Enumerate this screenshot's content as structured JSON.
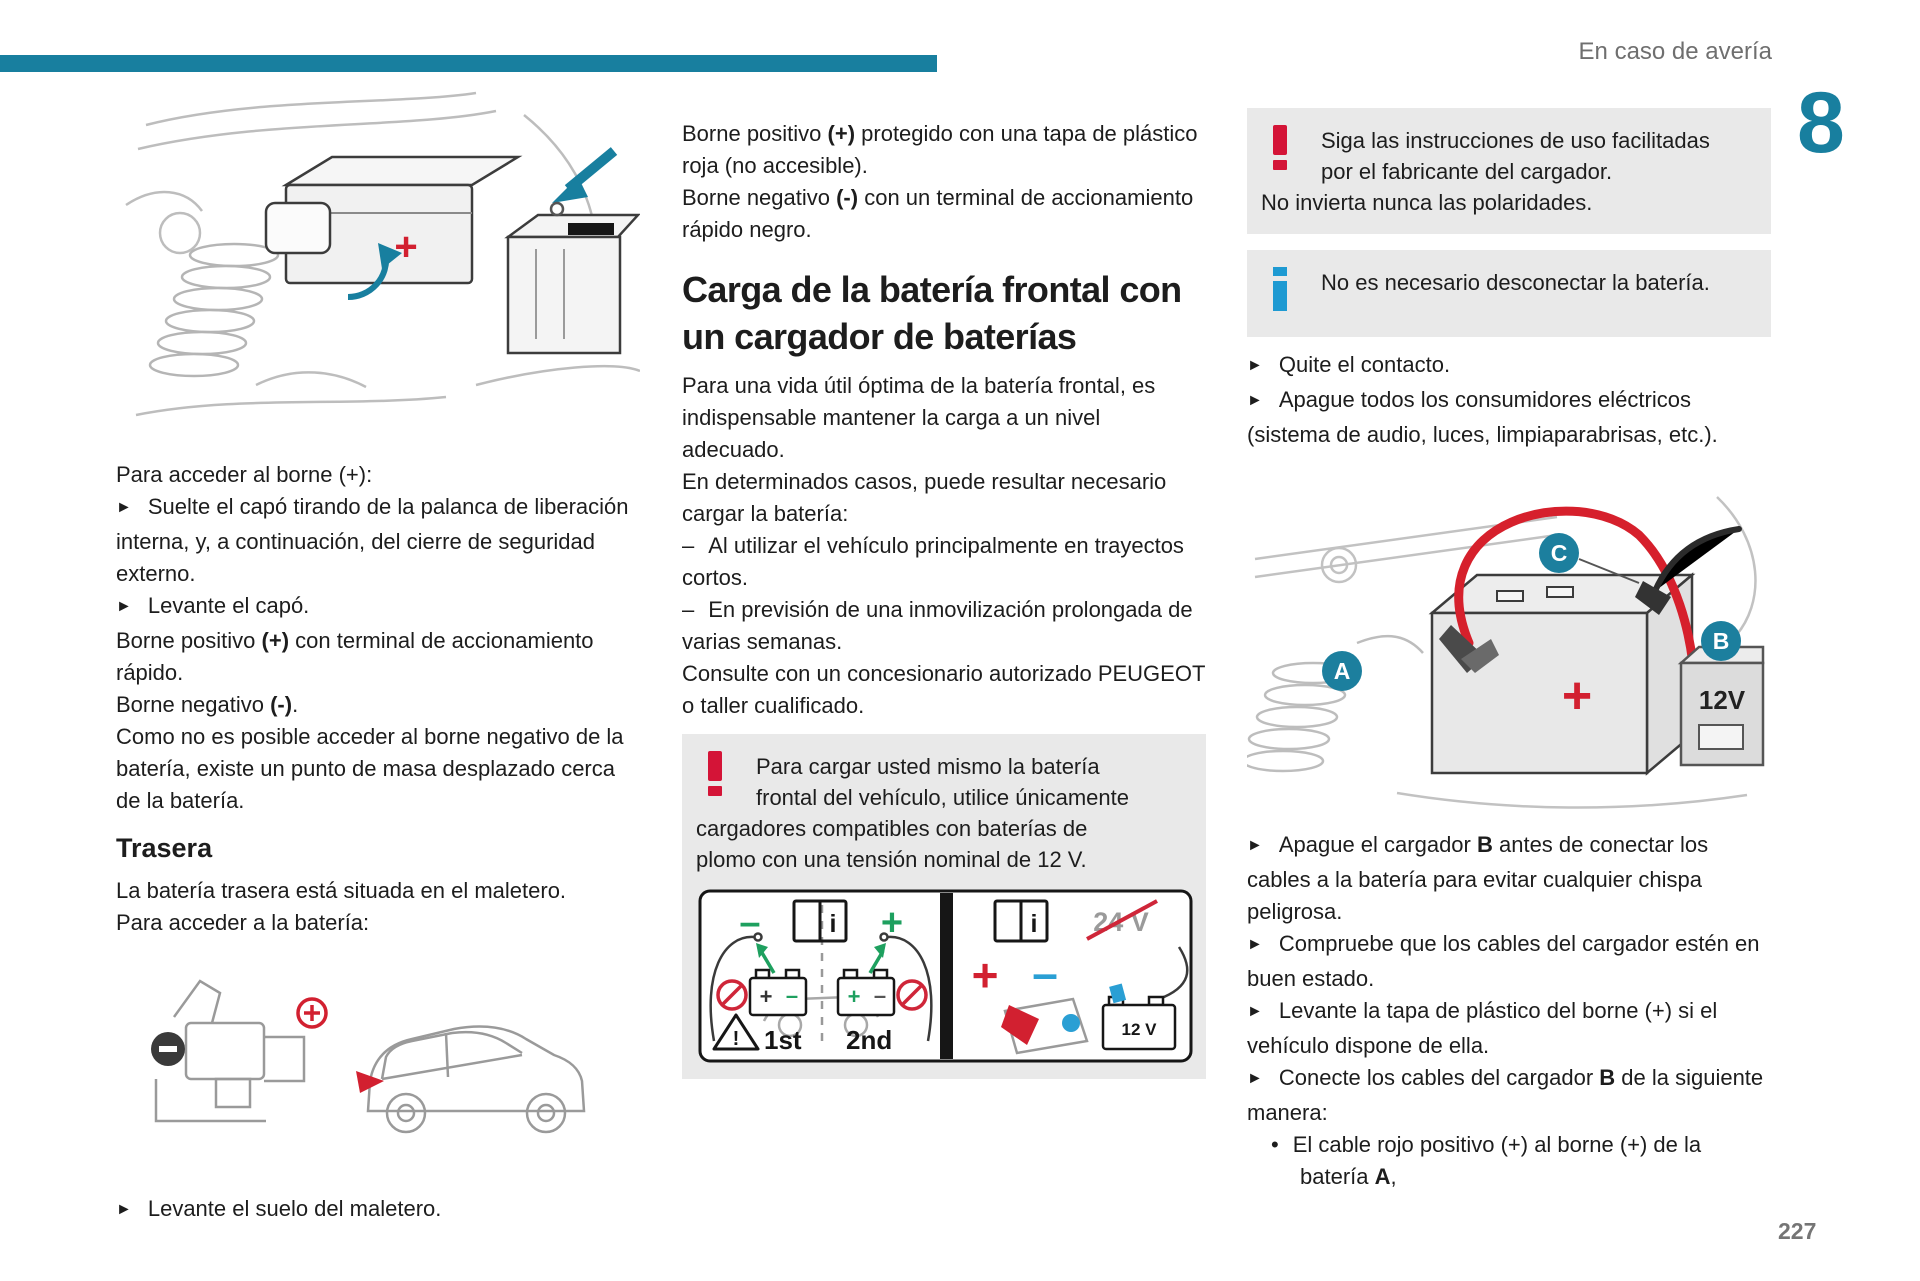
{
  "page": {
    "header": "En caso de avería",
    "chapter_number": "8",
    "page_number": "227"
  },
  "glyphs": {
    "bullet": "►",
    "dash": "–",
    "dot": "•",
    "plus": "+",
    "minus": "–"
  },
  "left": {
    "intro": "Para acceder al borne (+):",
    "b1": "Suelte el capó tirando de la palanca de liberación interna, y, a continuación, del cierre de seguridad externo.",
    "b2": "Levante el capó.",
    "p_pos": [
      "Borne positivo ",
      "(+)",
      " con terminal de accionamiento rápido."
    ],
    "p_neg": [
      "Borne negativo ",
      "(-)",
      "."
    ],
    "p_mass": "Como no es posible acceder al borne negativo de la batería, existe un punto de masa desplazado cerca de la batería.",
    "h_rear": "Trasera",
    "p_rear1": "La batería trasera está situada en el maletero.",
    "p_rear2": "Para acceder a la batería:",
    "b3": "Levante el suelo del maletero."
  },
  "mid": {
    "p_pos": [
      "Borne positivo ",
      "(+)",
      " protegido con una tapa de plástico roja (no accesible)."
    ],
    "p_neg": [
      "Borne negativo ",
      "(-)",
      " con un terminal de accionamiento rápido negro."
    ],
    "title": "Carga de la batería frontal con un cargador de baterías",
    "p1": "Para una vida útil óptima de la batería frontal, es indispensable mantener la carga a un nivel adecuado.",
    "p2": "En determinados casos, puede resultar necesario cargar la batería:",
    "li1": "Al utilizar el vehículo principalmente en trayectos cortos.",
    "li2": "En previsión de una inmovilización prolongada de varias semanas.",
    "p3": "Consulte con un concesionario autorizado PEUGEOT o taller cualificado.",
    "warning_lines": [
      "Para cargar usted mismo la batería",
      "frontal del vehículo, utilice únicamente",
      "cargadores compatibles con baterías de",
      "plomo con una tensión nominal de 12 V."
    ],
    "pictogram": {
      "first": "1st",
      "second": "2nd",
      "wrong_voltage": "24 V",
      "battery_label": "12 V",
      "info_letter": "i",
      "warn": "!"
    }
  },
  "right": {
    "warning_lines": [
      "Siga las instrucciones de uso facilitadas",
      "por el fabricante del cargador.",
      "No invierta nunca las polaridades."
    ],
    "info_text": "No es necesario desconectar la batería.",
    "b1": "Quite el contacto.",
    "b2": "Apague todos los consumidores eléctricos (sistema de audio, luces, limpiaparabrisas, etc.).",
    "b3": [
      "Apague el cargador ",
      "B",
      " antes de conectar los cables a la batería para evitar cualquier chispa peligrosa."
    ],
    "b4": "Compruebe que los cables del cargador estén en buen estado.",
    "b5": "Levante la tapa de plástico del borne (+) si el vehículo dispone de ella.",
    "b6": [
      "Conecte los cables del cargador ",
      "B",
      " de la siguiente manera:"
    ],
    "sub1": [
      "El cable rojo positivo (+) al borne (+) de la batería ",
      "A",
      ","
    ],
    "labels": {
      "a": "A",
      "b": "B",
      "c": "C",
      "charger": "12V"
    }
  },
  "colors": {
    "accent_teal": "#187f9f",
    "warning_red": "#d41437",
    "info_blue": "#1e9ad2",
    "box_gray": "#e9e9e9",
    "sketch_gray": "#bdbdbd",
    "pict_green": "#1ea05f",
    "pict_red": "#d22030",
    "pict_blue": "#2a9fd4"
  }
}
